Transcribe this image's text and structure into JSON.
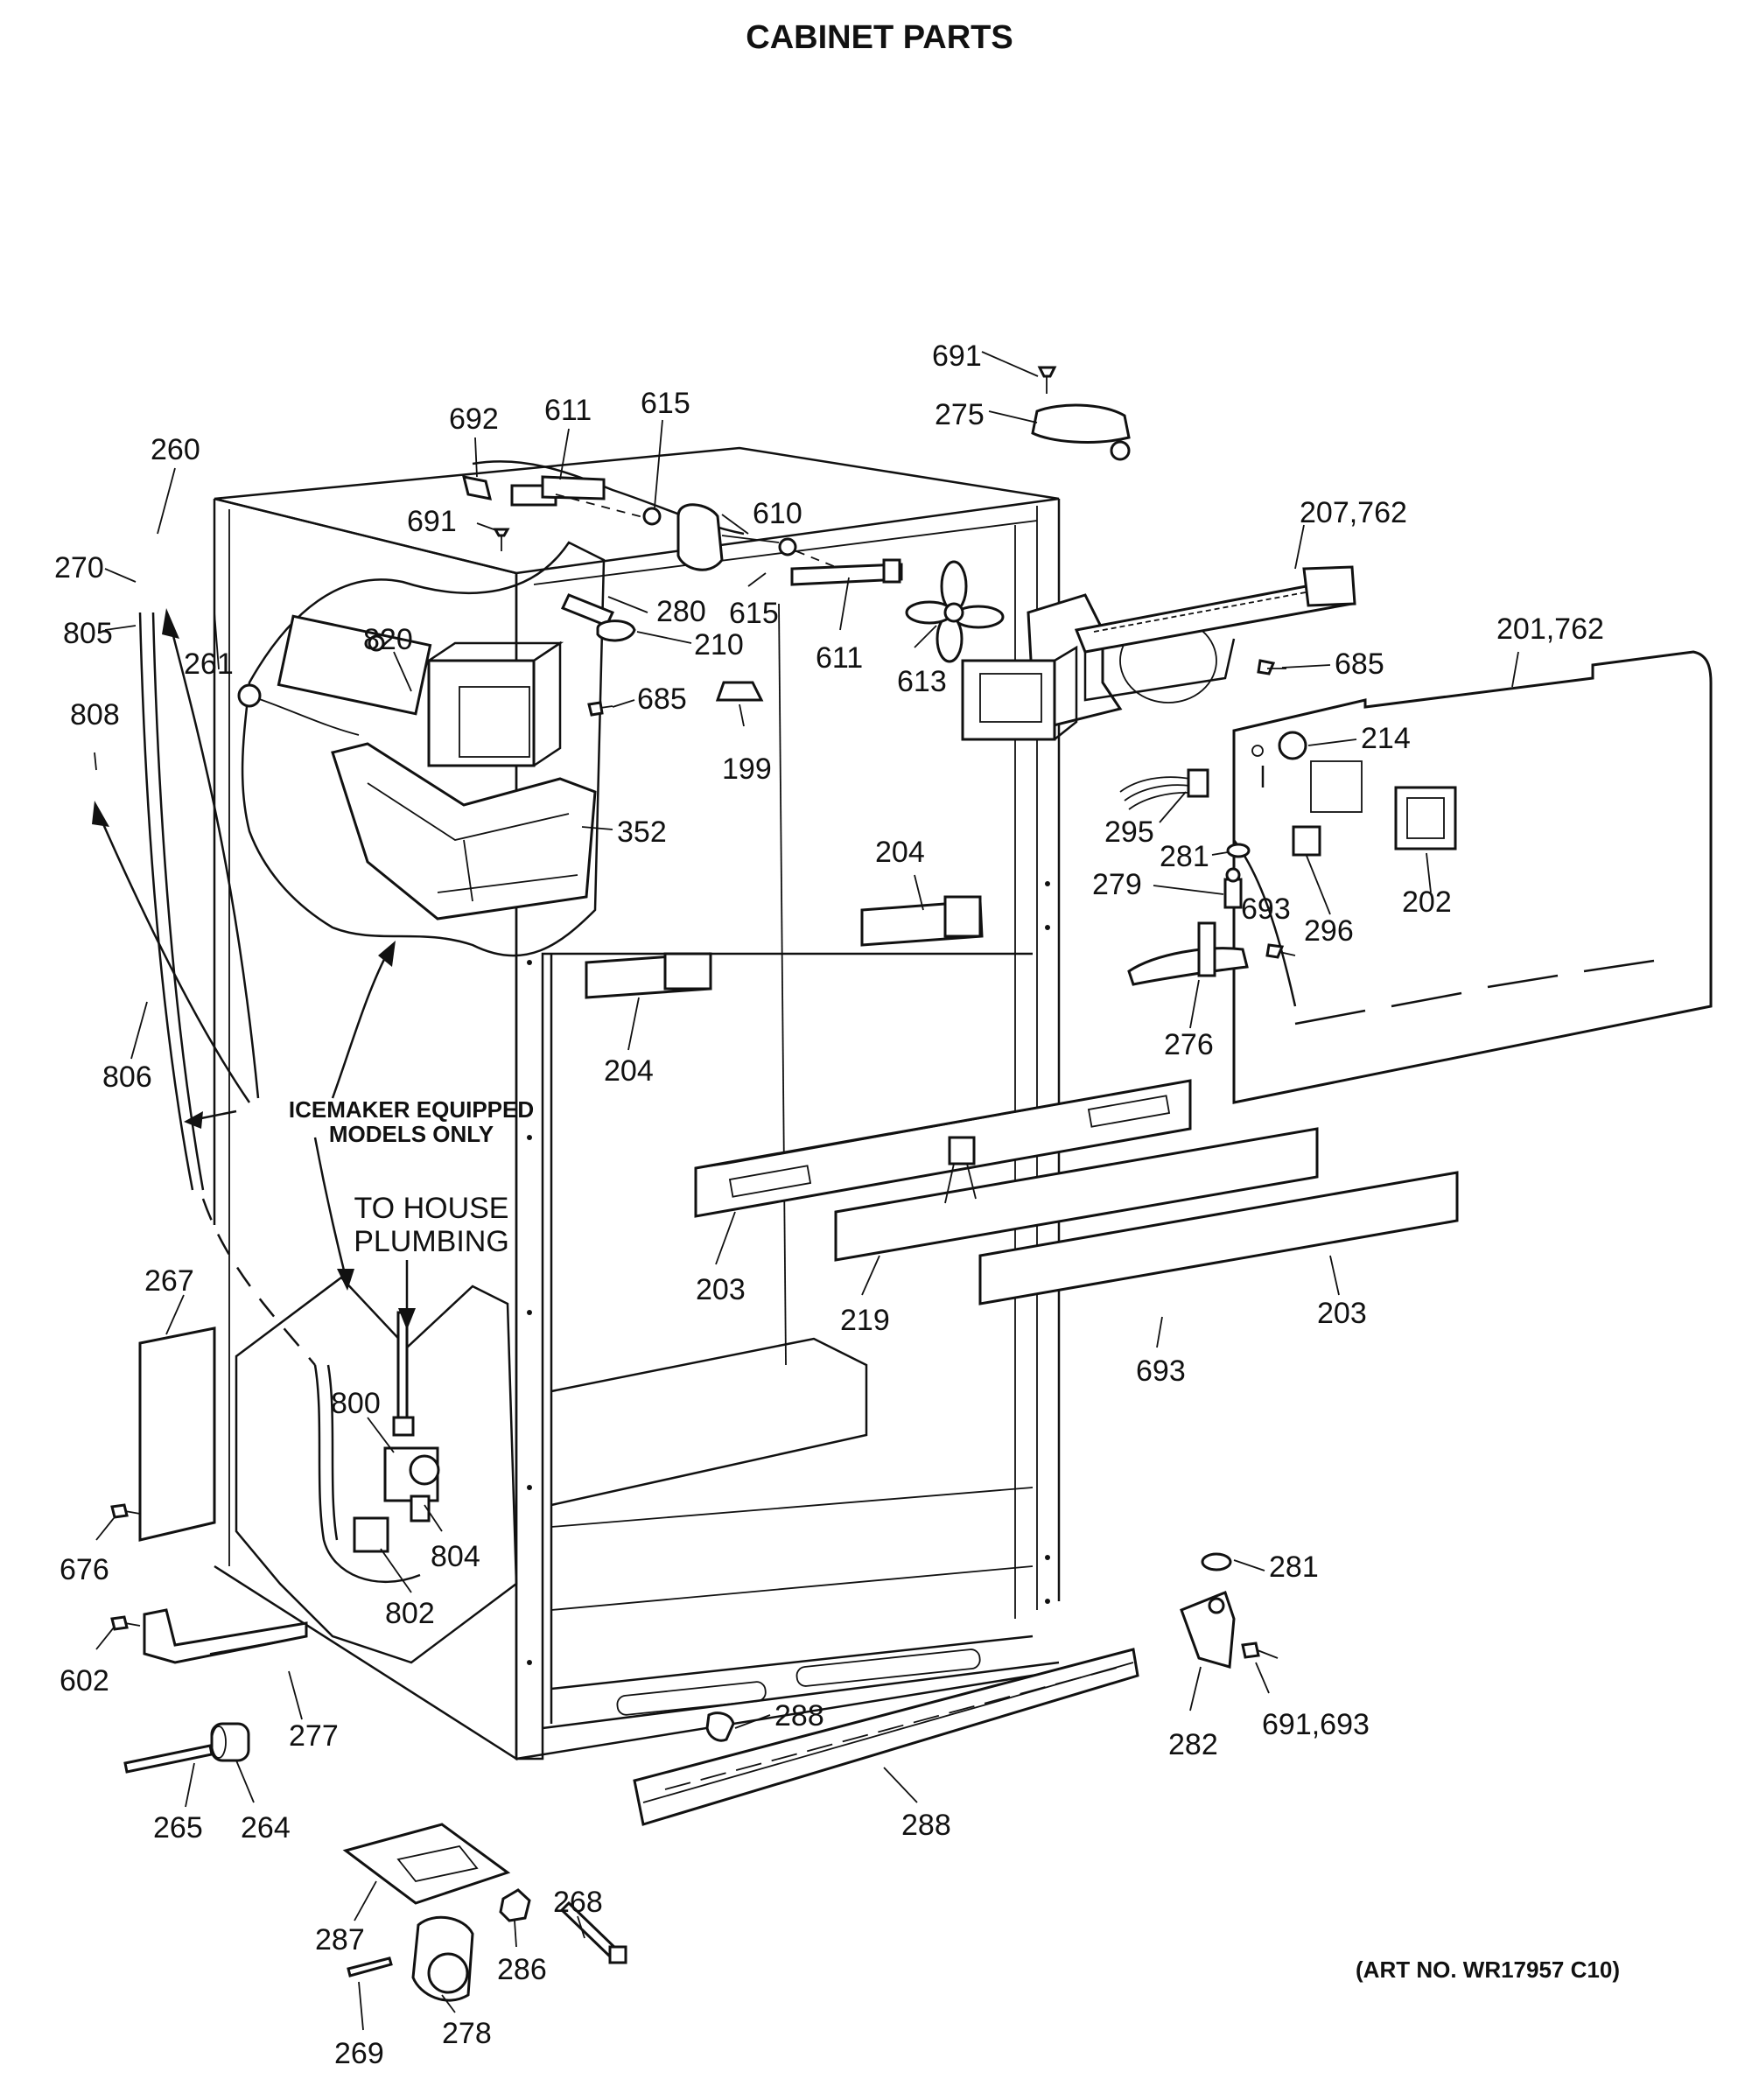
{
  "title": "CABINET PARTS",
  "art_number": "(ART NO. WR17957 C10)",
  "notes": {
    "icemaker_line1": "ICEMAKER EQUIPPED",
    "icemaker_line2": "MODELS ONLY",
    "plumbing_line1": "TO HOUSE",
    "plumbing_line2": "PLUMBING"
  },
  "callouts": [
    {
      "id": "691a",
      "text": "691"
    },
    {
      "id": "275",
      "text": "275"
    },
    {
      "id": "692",
      "text": "692"
    },
    {
      "id": "611a",
      "text": "611"
    },
    {
      "id": "615a",
      "text": "615"
    },
    {
      "id": "260",
      "text": "260"
    },
    {
      "id": "691b",
      "text": "691"
    },
    {
      "id": "610",
      "text": "610"
    },
    {
      "id": "207",
      "text": "207,762"
    },
    {
      "id": "270",
      "text": "270"
    },
    {
      "id": "280",
      "text": "280"
    },
    {
      "id": "615b",
      "text": "615"
    },
    {
      "id": "805",
      "text": "805"
    },
    {
      "id": "261",
      "text": "261"
    },
    {
      "id": "820",
      "text": "820"
    },
    {
      "id": "210",
      "text": "210"
    },
    {
      "id": "611b",
      "text": "611"
    },
    {
      "id": "201",
      "text": "201,762"
    },
    {
      "id": "685a",
      "text": "685"
    },
    {
      "id": "808",
      "text": "808"
    },
    {
      "id": "685b",
      "text": "685"
    },
    {
      "id": "613",
      "text": "613"
    },
    {
      "id": "214",
      "text": "214"
    },
    {
      "id": "199",
      "text": "199"
    },
    {
      "id": "352",
      "text": "352"
    },
    {
      "id": "295",
      "text": "295"
    },
    {
      "id": "204a",
      "text": "204"
    },
    {
      "id": "281a",
      "text": "281"
    },
    {
      "id": "279",
      "text": "279"
    },
    {
      "id": "693a",
      "text": "693"
    },
    {
      "id": "202",
      "text": "202"
    },
    {
      "id": "296",
      "text": "296"
    },
    {
      "id": "276",
      "text": "276"
    },
    {
      "id": "204b",
      "text": "204"
    },
    {
      "id": "806",
      "text": "806"
    },
    {
      "id": "203a",
      "text": "203"
    },
    {
      "id": "219",
      "text": "219"
    },
    {
      "id": "203b",
      "text": "203"
    },
    {
      "id": "693b",
      "text": "693"
    },
    {
      "id": "267",
      "text": "267"
    },
    {
      "id": "800",
      "text": "800"
    },
    {
      "id": "804",
      "text": "804"
    },
    {
      "id": "802",
      "text": "802"
    },
    {
      "id": "676",
      "text": "676"
    },
    {
      "id": "281b",
      "text": "281"
    },
    {
      "id": "602",
      "text": "602"
    },
    {
      "id": "277",
      "text": "277"
    },
    {
      "id": "282",
      "text": "282"
    },
    {
      "id": "691c",
      "text": "691,693"
    },
    {
      "id": "288a",
      "text": "288"
    },
    {
      "id": "265",
      "text": "265"
    },
    {
      "id": "264",
      "text": "264"
    },
    {
      "id": "288b",
      "text": "288"
    },
    {
      "id": "268",
      "text": "268"
    },
    {
      "id": "287",
      "text": "287"
    },
    {
      "id": "286",
      "text": "286"
    },
    {
      "id": "269",
      "text": "269"
    },
    {
      "id": "278",
      "text": "278"
    }
  ]
}
